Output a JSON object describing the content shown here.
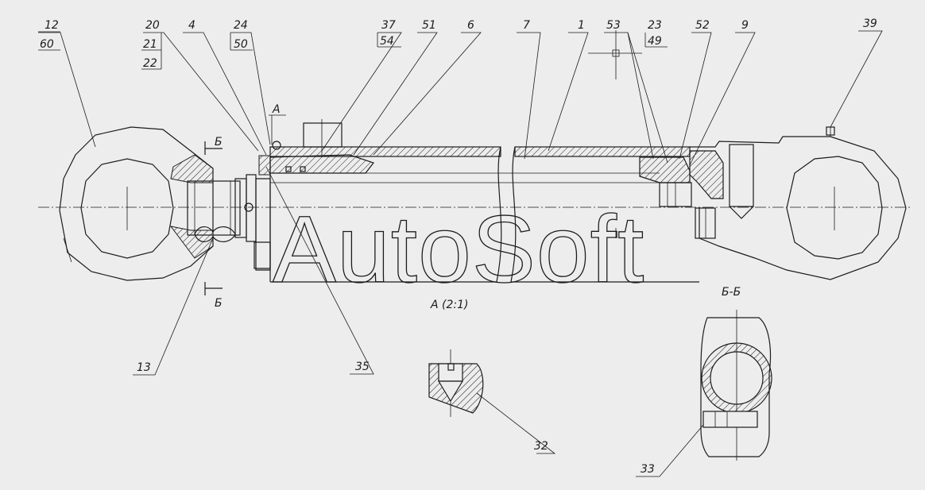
{
  "watermark": "AutoSoft",
  "views": {
    "detail_a": "А (2:1)",
    "section_bb": "Б-Б",
    "section_mark_top": "Б",
    "section_mark_bottom": "Б",
    "callout_a": "А"
  },
  "labels": [
    {
      "id": "12",
      "text": "12"
    },
    {
      "id": "60",
      "text": "60"
    },
    {
      "id": "20",
      "text": "20"
    },
    {
      "id": "21",
      "text": "21"
    },
    {
      "id": "22",
      "text": "22"
    },
    {
      "id": "4",
      "text": "4"
    },
    {
      "id": "24",
      "text": "24"
    },
    {
      "id": "50",
      "text": "50"
    },
    {
      "id": "37",
      "text": "37"
    },
    {
      "id": "54",
      "text": "54"
    },
    {
      "id": "51",
      "text": "51"
    },
    {
      "id": "6",
      "text": "6"
    },
    {
      "id": "7",
      "text": "7"
    },
    {
      "id": "1",
      "text": "1"
    },
    {
      "id": "53",
      "text": "53"
    },
    {
      "id": "23",
      "text": "23"
    },
    {
      "id": "49",
      "text": "49"
    },
    {
      "id": "52",
      "text": "52"
    },
    {
      "id": "9",
      "text": "9"
    },
    {
      "id": "39",
      "text": "39"
    },
    {
      "id": "13",
      "text": "13"
    },
    {
      "id": "35",
      "text": "35"
    },
    {
      "id": "32",
      "text": "32"
    },
    {
      "id": "33",
      "text": "33"
    }
  ],
  "colors": {
    "line": "#1c1c1c",
    "background": "#ededed"
  }
}
